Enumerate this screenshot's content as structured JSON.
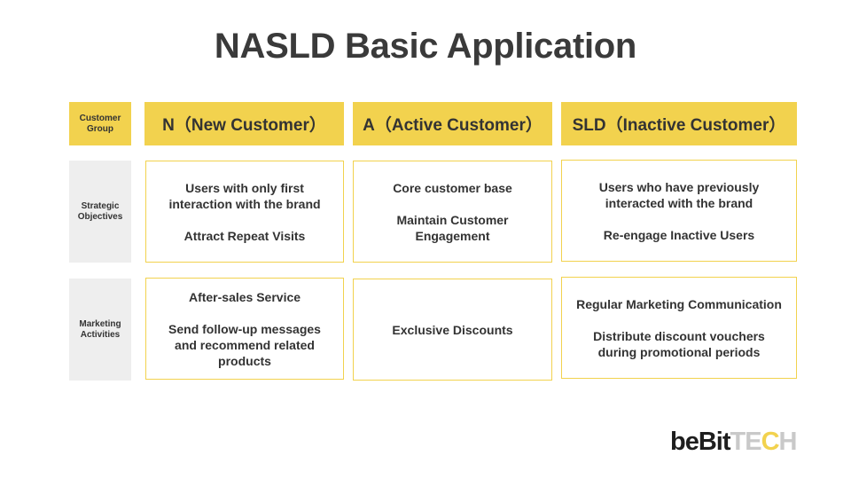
{
  "title": "NASLD Basic Application",
  "rows": {
    "header_label": "Customer Group",
    "strategic_label": "Strategic Objectives",
    "marketing_label": "Marketing Activities"
  },
  "columns": [
    {
      "header": "N（New Customer）",
      "strategic_line1": "Users with only first interaction with the brand",
      "strategic_line2": "Attract Repeat Visits",
      "marketing_line1": "After-sales Service",
      "marketing_line2": "Send follow-up messages and recommend related products"
    },
    {
      "header": "A（Active Customer）",
      "strategic_line1": "Core customer base",
      "strategic_line2": "Maintain Customer Engagement",
      "marketing_line1": "Exclusive Discounts",
      "marketing_line2": ""
    },
    {
      "header": "SLD（Inactive Customer）",
      "strategic_line1": "Users who have previously interacted with the brand",
      "strategic_line2": "Re-engage Inactive Users",
      "marketing_line1": "Regular Marketing Communication",
      "marketing_line2": "Distribute discount vouchers during promotional periods"
    }
  ],
  "logo": {
    "part1": "beBit",
    "part2": "TE",
    "part3": "C",
    "part4": "H"
  },
  "colors": {
    "accent": "#f2d24e",
    "label_bg": "#eeeeee",
    "text": "#333333"
  }
}
